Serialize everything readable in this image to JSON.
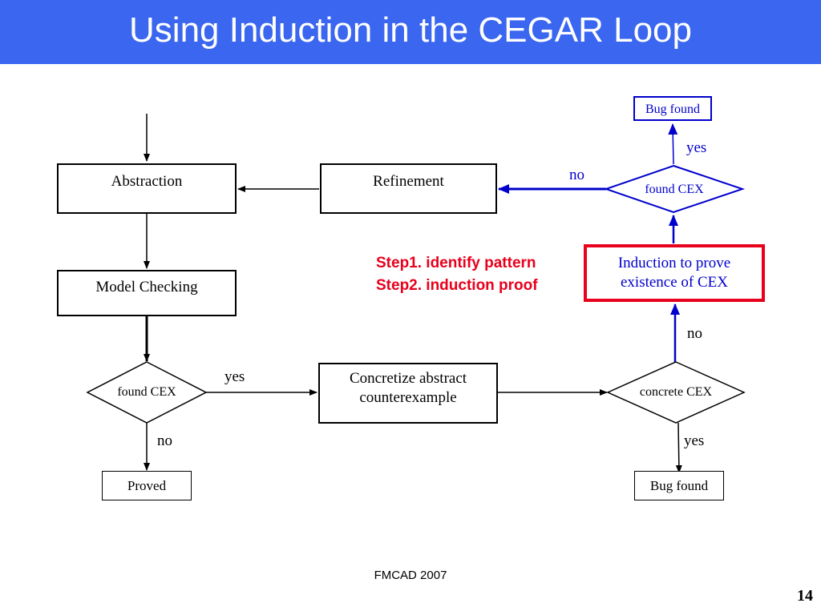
{
  "title": "Using Induction in the CEGAR Loop",
  "nodes": {
    "abstraction": "Abstraction",
    "refinement": "Refinement",
    "model_checking": "Model Checking",
    "found_cex_left": "found CEX",
    "concretize": "Concretize abstract counterexample",
    "concrete_cex": "concrete CEX",
    "proved": "Proved",
    "bug_found_bottom": "Bug found",
    "induction": "Induction to prove existence of CEX",
    "found_cex_right": "found CEX",
    "bug_found_top": "Bug found"
  },
  "edge_labels": {
    "yes_concretize": "yes",
    "no_proved": "no",
    "yes_bug_bottom": "yes",
    "no_induction": "no",
    "yes_bug_top": "yes",
    "no_refine": "no"
  },
  "steps": {
    "step1": "Step1. identify pattern",
    "step2": "Step2. induction proof"
  },
  "colors": {
    "title_bar": "#3a66f0",
    "highlight": "#e8001c",
    "blue": "#0000cc"
  },
  "footer": "FMCAD 2007",
  "page_number": "14"
}
